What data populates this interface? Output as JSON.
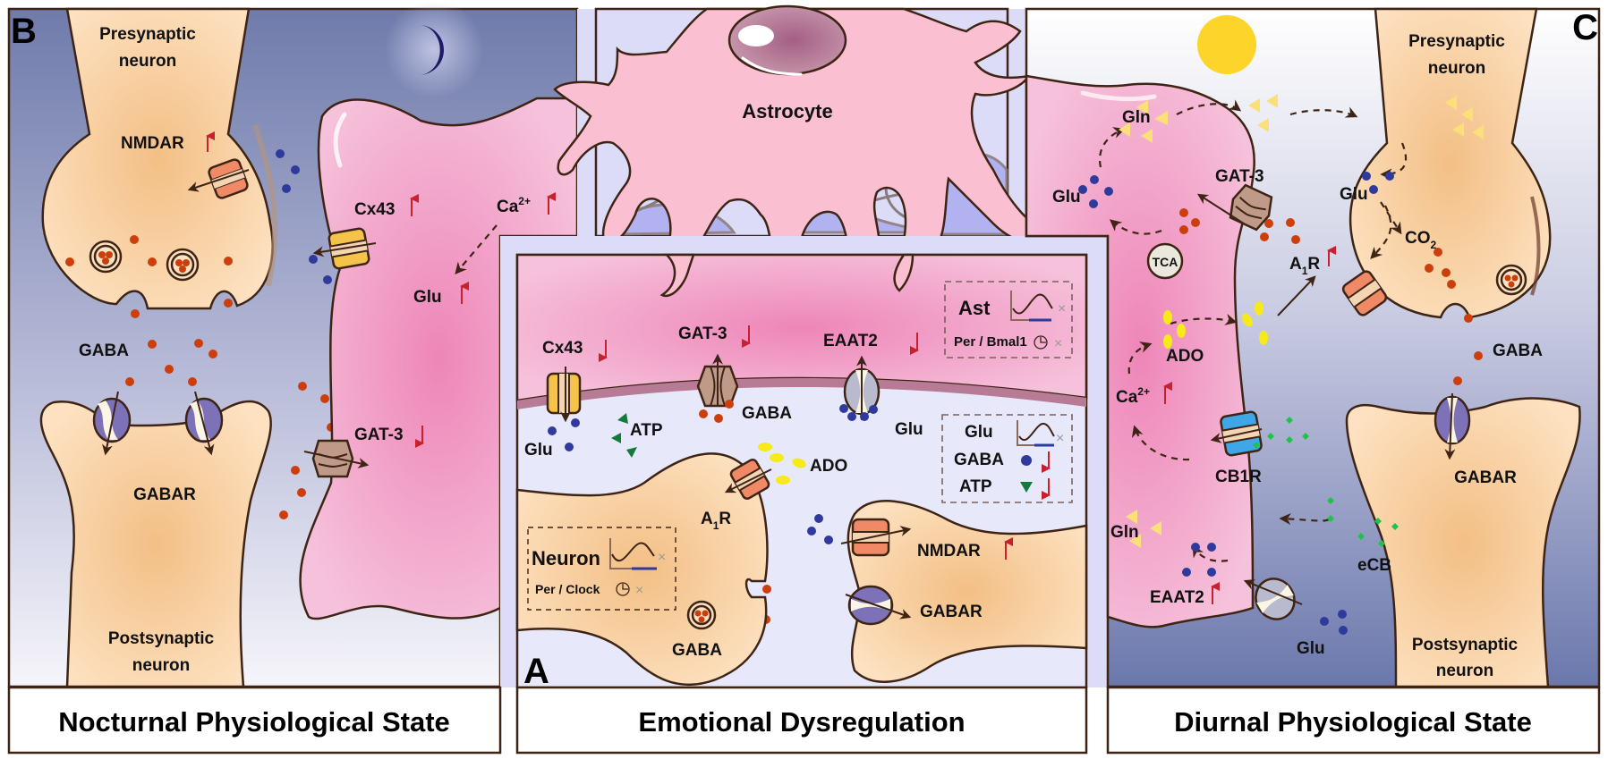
{
  "figure": {
    "panels": {
      "A": {
        "letter": "A",
        "caption": "Emotional Dysregulation",
        "astrocyte_label": "Astrocyte",
        "labels": {
          "cx43": "Cx43",
          "gat3": "GAT-3",
          "eaat2": "EAAT2",
          "glu_left": "Glu",
          "atp": "ATP",
          "gaba_mid": "GABA",
          "glu_right": "Glu",
          "ado": "ADO",
          "a1r_main": "A",
          "a1r_sub": "1",
          "a1r_end": "R",
          "nmdar": "NMDAR",
          "gabar": "GABAR",
          "gaba_vesicle": "GABA"
        },
        "trend": {
          "cx43": "down",
          "gat3": "down",
          "eaat2": "down",
          "nmdar": "up"
        },
        "ast_box": {
          "title": "Ast",
          "genes": "Per / Bmal1",
          "rhythm": "lost"
        },
        "neuron_box": {
          "title": "Neuron",
          "genes": "Per / Clock",
          "rhythm": "lost"
        },
        "transmitter_box": {
          "rows": [
            {
              "name": "Glu",
              "symbol": "curve",
              "trend": "rhythm-lost"
            },
            {
              "name": "GABA",
              "symbol": "blue-circle",
              "trend": "down"
            },
            {
              "name": "ATP",
              "symbol": "green-triangle",
              "trend": "down"
            }
          ]
        }
      },
      "B": {
        "letter": "B",
        "caption": "Nocturnal Physiological State",
        "icon": "moon-icon",
        "labels": {
          "pre_line1": "Presynaptic",
          "pre_line2": "neuron",
          "nmdar": "NMDAR",
          "cx43": "Cx43",
          "ca": "Ca",
          "ca_sup": "2+",
          "glu": "Glu",
          "gaba": "GABA",
          "gabar": "GABAR",
          "gat3": "GAT-3",
          "post_line1": "Postsynaptic",
          "post_line2": "neuron"
        },
        "trend": {
          "nmdar": "up",
          "cx43": "up",
          "ca": "up",
          "glu": "up",
          "gat3": "down"
        }
      },
      "C": {
        "letter": "C",
        "caption": "Diurnal Physiological State",
        "icon": "sun-icon",
        "labels": {
          "pre_line1": "Presynaptic",
          "pre_line2": "neuron",
          "gln_top": "Gln",
          "glu_astro": "Glu",
          "gat3": "GAT-3",
          "tca": "TCA",
          "glu_pre": "Glu",
          "co2": "CO",
          "co2_sub": "2",
          "a1r_main": "A",
          "a1r_sub": "1",
          "a1r_end": "R",
          "ado": "ADO",
          "ca": "Ca",
          "ca_sup": "2+",
          "gaba": "GABA",
          "cb1r": "CB1R",
          "gabar": "GABAR",
          "gln_bottom": "Gln",
          "ecb": "eCB",
          "eaat2": "EAAT2",
          "glu_bottom": "Glu",
          "post_line1": "Postsynaptic",
          "post_line2": "neuron"
        },
        "trend": {
          "a1r": "up",
          "ca": "up",
          "eaat2": "up"
        }
      }
    },
    "colors": {
      "night_bg_top": "#6f7bab",
      "night_bg_bottom": "#f3f2fa",
      "day_bg_top": "#ffffff",
      "day_bg_bottom": "#6b78ac",
      "astrocyte": "#f29ac3",
      "neuron": "#f6c996",
      "extracellular": "#dcdcf8",
      "glutamate": "#2e3a9c",
      "gaba": "#cc3f0c",
      "adenosine": "#f6ea1a",
      "glutamine": "#fbe07a",
      "atp": "#137a3a",
      "endocannabinoid": "#1fc34a",
      "trend_arrow": "#c8202e",
      "moon": "#1d1b66",
      "sun": "#fcd42a"
    }
  }
}
